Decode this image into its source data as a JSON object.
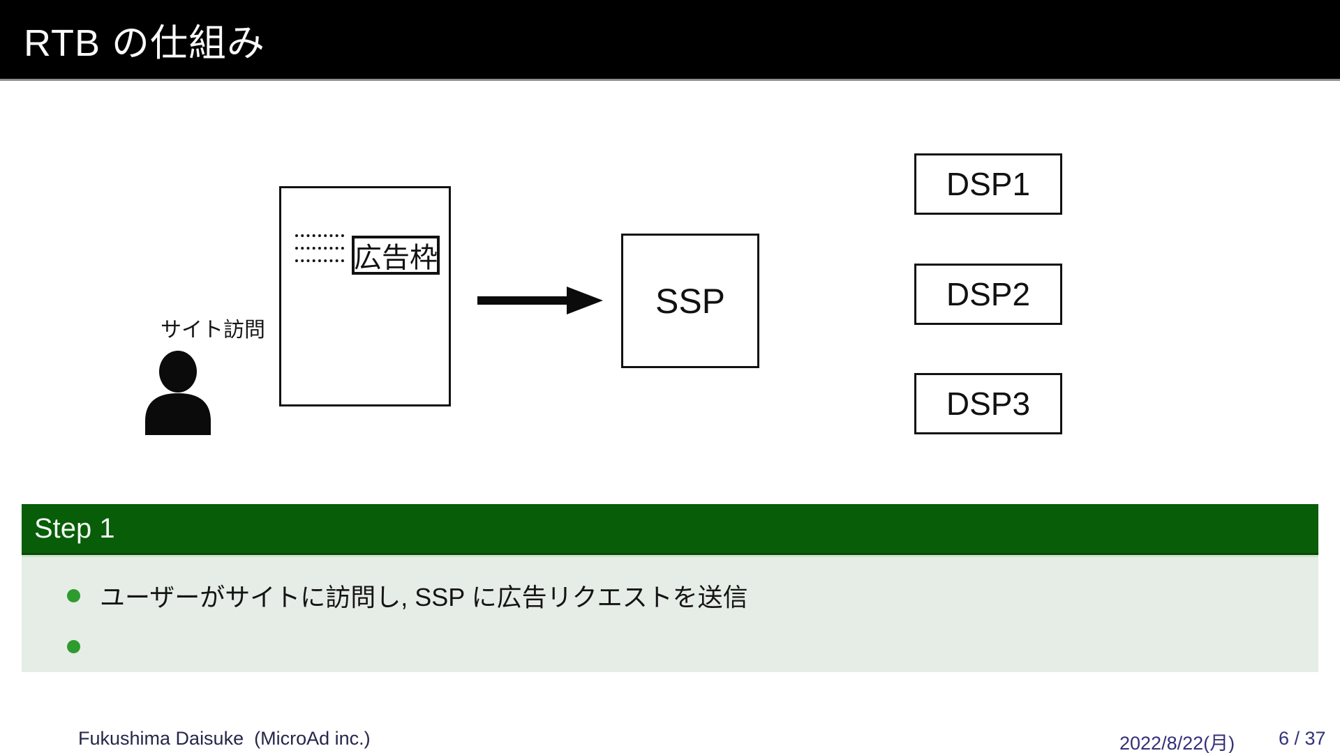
{
  "slide": {
    "title": "RTB の仕組み",
    "diagram": {
      "visit_label": "サイト訪問",
      "ad_slot_label": "広告枠",
      "ssp_label": "SSP",
      "dsp_labels": [
        "DSP1",
        "DSP2",
        "DSP3"
      ]
    },
    "step_block": {
      "title": "Step 1",
      "bullets": [
        "ユーザーがサイトに訪問し, SSP に広告リクエストを送信",
        ""
      ]
    },
    "footer": {
      "author": "Fukushima Daisuke  (MicroAd inc.)",
      "date": "2022/8/22(月)",
      "page": "6 / 37"
    },
    "colors": {
      "step_header_bg": "#085d08",
      "step_body_bg": "#e6ede6",
      "bullet_green": "#2e9b2e",
      "footer_left": "#26264a",
      "footer_right": "#31317a"
    }
  }
}
